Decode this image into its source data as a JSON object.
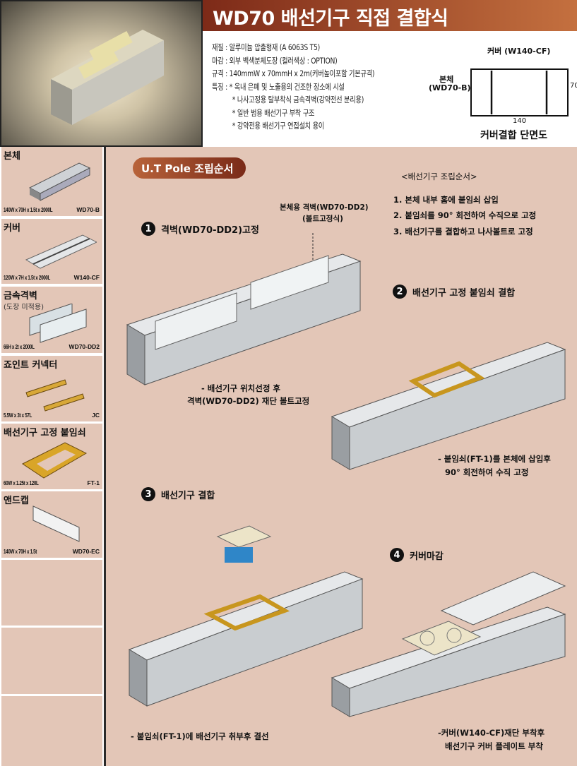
{
  "title": "WD70 배선기구 직접 결합식",
  "spec": {
    "material": "재질 : 알루미늄   압출형재 (A 6063S T5)",
    "finish": "마감 : 외부 백색분체도장 (컬러색상 : OPTION)",
    "size": "규격 : 140mmW x 70mmH x 2m(커버높이포함 기본규격)",
    "features_label": "특징 :",
    "features": [
      "* 옥내 은폐 및 노출용의 건조한 장소에 시설",
      "* 나사고정용 탈부착식 금속격벽(강약전선 분리용)",
      "* 일반 범용 배선기구 부착 구조",
      "* 강약전용 배선기구 연접설치 용이"
    ]
  },
  "cross_section": {
    "cover": "커버 (W140-CF)",
    "body": "본체",
    "body_code": "(WD70-B)",
    "width": "140",
    "height": "70",
    "caption": "커버결합 단면도"
  },
  "parts": [
    {
      "name": "본체",
      "dim": "140W x 70H x 1.5t x 2000L",
      "code": "WD70-B"
    },
    {
      "name": "커버",
      "dim": "120W x 7H x 1.5t x 2000L",
      "code": "W140-CF"
    },
    {
      "name": "금속격벽",
      "sub": "(도장 미적용)",
      "dim": "66H x 2t x 2000L",
      "code": "WD70-DD2"
    },
    {
      "name": "죠인트 커넥터",
      "dim": "5.5W x 3t x 57L",
      "code": "JC"
    },
    {
      "name": "배선기구 고정 붙임쇠",
      "dim": "60W x 1.25t x 120L",
      "code": "FT-1"
    },
    {
      "name": "앤드캡",
      "dim": "140W x 70H x 1.5t",
      "code": "WD70-EC"
    }
  ],
  "assembly": {
    "heading": "U.T Pole 조립순서",
    "order_title": "<배선기구 조립순서>",
    "order": [
      "1. 본체 내부 홈에 붙임쇠 삽입",
      "2. 붙임쇠를 90° 회전하여 수직으로 고정",
      "3. 배선기구를 결합하고 나사볼트로 고정"
    ],
    "steps": [
      {
        "num": "1",
        "title": "격벽(WD70-DD2)고정",
        "callout": [
          "본체용 격벽(WD70-DD2)",
          "(볼트고정식)"
        ],
        "note": [
          "- 배선기구 위치선정 후",
          "격벽(WD70-DD2) 재단 볼트고정"
        ]
      },
      {
        "num": "2",
        "title": "배선기구 고정 붙임쇠 결합",
        "note": [
          "- 붙임쇠(FT-1)를 본체에 삽입후",
          "90° 회전하여 수직 고정"
        ]
      },
      {
        "num": "3",
        "title": "배선기구 결합",
        "note": [
          "- 붙임쇠(FT-1)에 배선기구 취부후 결선"
        ]
      },
      {
        "num": "4",
        "title": "커버마감",
        "note": [
          "-커버(W140-CF)재단 부착후",
          "배선기구 커버 플레이트 부착"
        ]
      }
    ]
  },
  "colors": {
    "title_start": "#7d2a18",
    "title_end": "#c4703f",
    "background": "#e3c6b7"
  }
}
